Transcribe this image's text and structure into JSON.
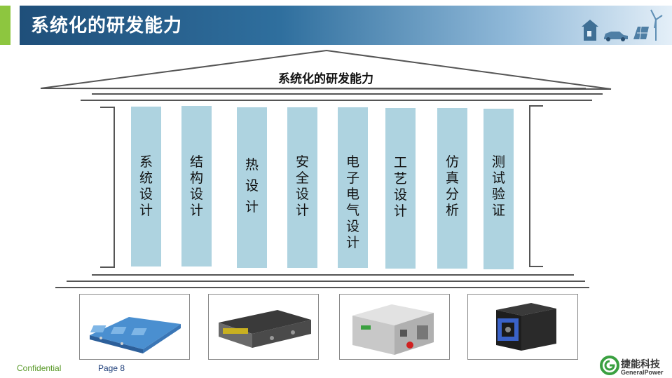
{
  "header": {
    "title": "系统化的研发能力",
    "icons": [
      "house-icon",
      "car-icon",
      "solar-panel-icon",
      "wind-turbine-icon"
    ]
  },
  "roof": {
    "title": "系统化的研发能力"
  },
  "pillars": [
    {
      "chars": [
        "系",
        "统",
        "设",
        "计"
      ]
    },
    {
      "chars": [
        "结",
        "构",
        "设",
        "计"
      ]
    },
    {
      "chars": [
        "热",
        "设",
        "计"
      ]
    },
    {
      "chars": [
        "安",
        "全",
        "设",
        "计"
      ]
    },
    {
      "chars": [
        "电",
        "子",
        "电",
        "气",
        "设",
        "计"
      ]
    },
    {
      "chars": [
        "工",
        "艺",
        "设",
        "计"
      ]
    },
    {
      "chars": [
        "仿",
        "真",
        "分",
        "析"
      ]
    },
    {
      "chars": [
        "测",
        "试",
        "验",
        "证"
      ]
    }
  ],
  "photos": [
    "battery-module-photo",
    "battery-pack-photo",
    "power-cabinet-photo",
    "energy-storage-unit-photo"
  ],
  "footer": {
    "confidential": "Confidential",
    "page": "Page 8"
  },
  "logo": {
    "name_cn": "捷能科技",
    "name_en": "GeneralPower"
  },
  "colors": {
    "accent_green": "#8dc63f",
    "header_blue": "#1f4f7a",
    "pillar_fill": "#aed3e0",
    "line_gray": "#555555"
  }
}
